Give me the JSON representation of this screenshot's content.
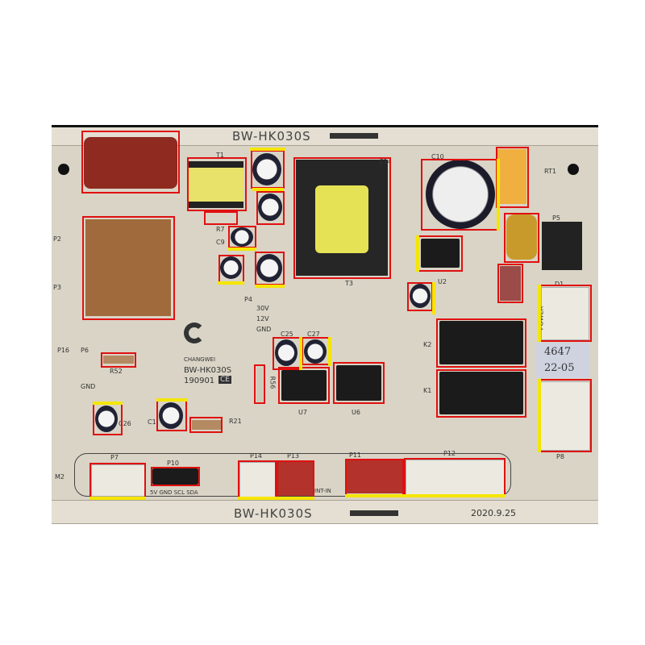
{
  "board": {
    "model_top": "BW-HK030S",
    "model_bottom": "BW-HK030S",
    "date": "2020.9.25",
    "brand": "CHANGWEI",
    "brand_model": "BW-HK030S",
    "batch": "190901",
    "ce_mark": "CE",
    "sticker_line1": "4647",
    "sticker_line2": "22-05"
  },
  "labels": {
    "t1": "T1",
    "r7": "R7",
    "c9": "C9",
    "c14": "C14",
    "t3": "T3",
    "c10": "C10",
    "rt1": "RT1",
    "p5": "P5",
    "u2": "U2",
    "d1": "D1",
    "power": "POWER",
    "p2": "P2",
    "p3": "P3",
    "p4": "P4",
    "v30": "30V",
    "v12": "12V",
    "gnd": "GND",
    "p16": "P16",
    "p6": "P6",
    "r52": "R52",
    "gnd2": "GND",
    "c25": "C25",
    "c27": "C27",
    "r56": "R56",
    "u7": "U7",
    "u6": "U6",
    "k2": "K2",
    "k1": "K1",
    "c26": "C26",
    "c1": "C1",
    "r21": "R21",
    "m2": "M2",
    "p7": "P7",
    "p10": "P10",
    "p10_pins": "5V GND SCL SDA",
    "p14": "P14",
    "p13": "P13",
    "p11": "P11",
    "p12": "P12",
    "p8": "P8",
    "int_in": "INT-IN"
  },
  "colors": {
    "box": "#e01010",
    "marker": "#f5e600"
  }
}
